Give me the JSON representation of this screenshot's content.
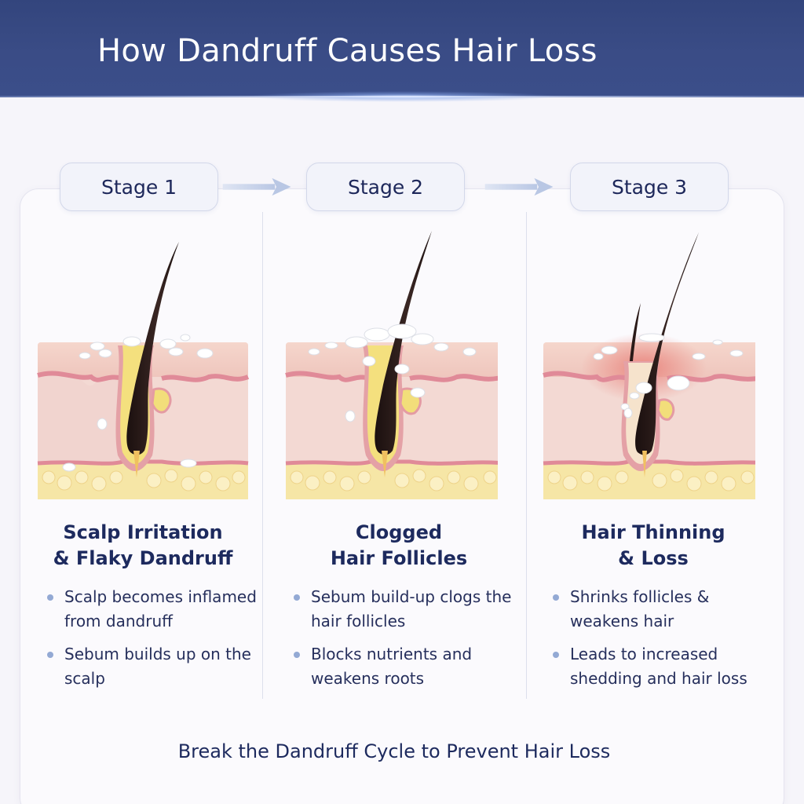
{
  "header": {
    "title": "How Dandruff Causes Hair Loss"
  },
  "stages": [
    {
      "label": "Stage 1",
      "title_line1": "Scalp Irritation",
      "title_line2": "& Flaky Dandruff",
      "bullets": [
        "Scalp becomes inflamed from dandruff",
        "Sebum builds up on the scalp"
      ],
      "illustration": "skin-cross-section-flakes"
    },
    {
      "label": "Stage 2",
      "title_line1": "Clogged",
      "title_line2": "Hair Follicles",
      "bullets": [
        "Sebum build-up clogs the hair follicles",
        "Blocks nutrients and weakens roots"
      ],
      "illustration": "skin-cross-section-clogged-follicle"
    },
    {
      "label": "Stage 3",
      "title_line1": "Hair Thinning",
      "title_line2": "& Loss",
      "bullets": [
        "Shrinks follicles & weakens hair",
        "Leads to increased shedding and hair loss"
      ],
      "illustration": "skin-cross-section-inflamed-thinning"
    }
  ],
  "footer": {
    "tagline": "Break the Dandruff Cycle to Prevent Hair Loss"
  },
  "colors": {
    "header_bg": "#3a4c86",
    "title_text": "#ffffff",
    "heading_text": "#1d2a5e",
    "bullet_dot": "#93a9d4",
    "arrow": "#c5d1ea",
    "skin_pink": "#f2cfc8",
    "fat_yellow": "#f7e7a8",
    "hair_dark": "#2a1a18",
    "inflammation_red": "#e87b74"
  }
}
